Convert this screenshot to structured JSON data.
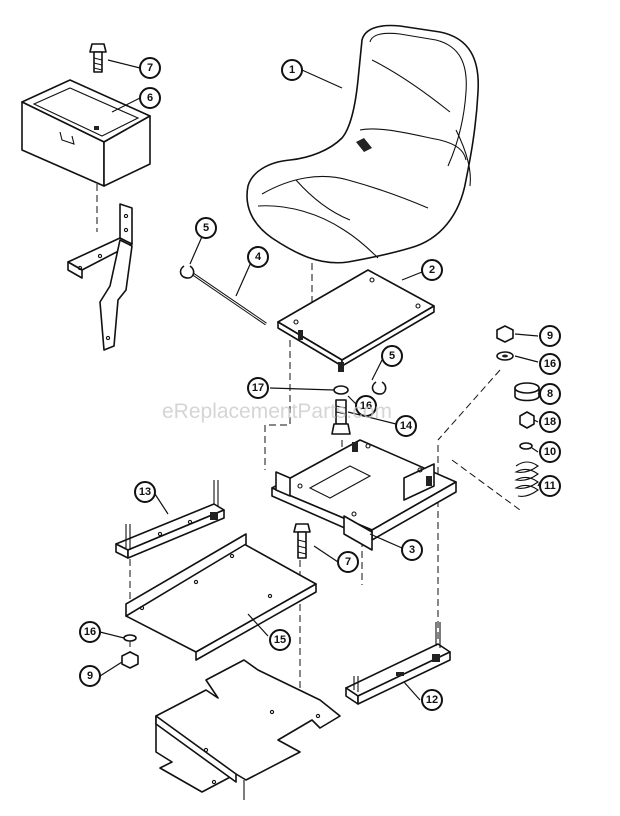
{
  "watermark": "eReplacementParts.com",
  "callouts": [
    {
      "id": "c1",
      "label": "1"
    },
    {
      "id": "c2",
      "label": "2"
    },
    {
      "id": "c3",
      "label": "3"
    },
    {
      "id": "c4",
      "label": "4"
    },
    {
      "id": "c5a",
      "label": "5"
    },
    {
      "id": "c5b",
      "label": "5"
    },
    {
      "id": "c6",
      "label": "6"
    },
    {
      "id": "c7a",
      "label": "7"
    },
    {
      "id": "c7b",
      "label": "7"
    },
    {
      "id": "c8",
      "label": "8"
    },
    {
      "id": "c9a",
      "label": "9"
    },
    {
      "id": "c9b",
      "label": "9"
    },
    {
      "id": "c10",
      "label": "10"
    },
    {
      "id": "c11",
      "label": "11"
    },
    {
      "id": "c12",
      "label": "12"
    },
    {
      "id": "c13",
      "label": "13"
    },
    {
      "id": "c14",
      "label": "14"
    },
    {
      "id": "c15",
      "label": "15"
    },
    {
      "id": "c16a",
      "label": "16"
    },
    {
      "id": "c16b",
      "label": "16"
    },
    {
      "id": "c16c",
      "label": "16"
    },
    {
      "id": "c17",
      "label": "17"
    },
    {
      "id": "c18",
      "label": "18"
    }
  ]
}
